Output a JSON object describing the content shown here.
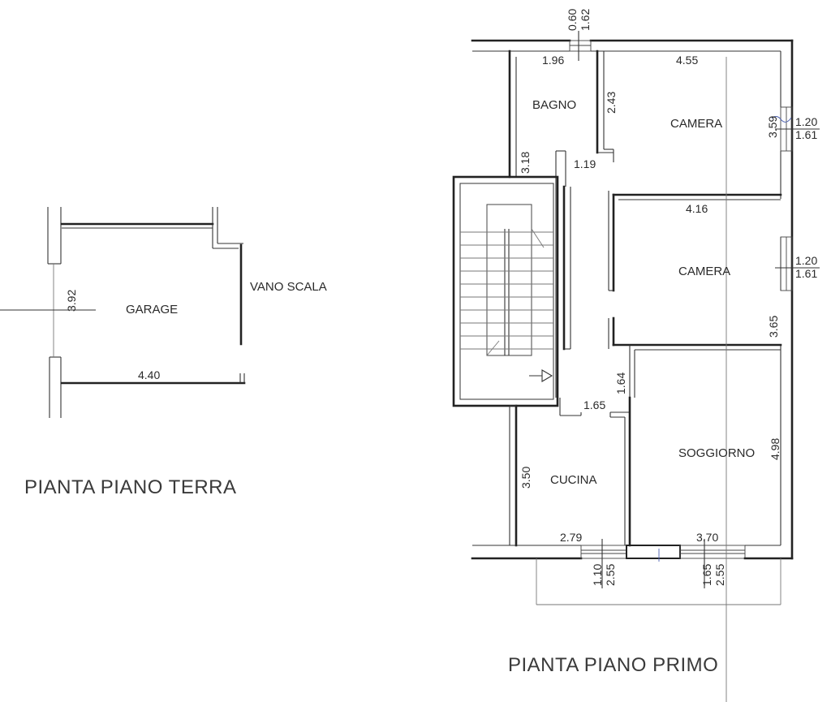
{
  "ground_floor": {
    "title": "PIANTA PIANO TERRA",
    "rooms": {
      "garage": "GARAGE",
      "vano_scala": "VANO SCALA"
    },
    "dims": {
      "garage_width": "4.40",
      "garage_depth": "3.92"
    }
  },
  "first_floor": {
    "title": "PIANTA PIANO PRIMO",
    "rooms": {
      "bagno": "BAGNO",
      "camera_top": "CAMERA",
      "camera_mid": "CAMERA",
      "cucina": "CUCINA",
      "soggiorno": "SOGGIORNO"
    },
    "dims": {
      "win_bagno_a": "0.60",
      "win_bagno_b": "1.62",
      "bagno_width": "1.96",
      "bagno_depth_right": "2.43",
      "bagno_depth_left": "3.18",
      "bagno_door": "1.19",
      "camera_top_width": "4.55",
      "camera_top_depth": "3.59",
      "win_cam_top_a": "1.20",
      "win_cam_top_b": "1.61",
      "camera_mid_width": "4.16",
      "camera_mid_depth": "3.65",
      "win_cam_mid_a": "1.20",
      "win_cam_mid_b": "1.61",
      "hall_width": "1.65",
      "hall_depth": "1.64",
      "cucina_depth": "3.50",
      "cucina_width": "2.79",
      "win_cucina_a": "1.10",
      "win_cucina_b": "2.55",
      "soggiorno_depth": "4.98",
      "soggiorno_width": "3.70",
      "win_sogg_a": "1.65",
      "win_sogg_b": "2.55"
    }
  }
}
